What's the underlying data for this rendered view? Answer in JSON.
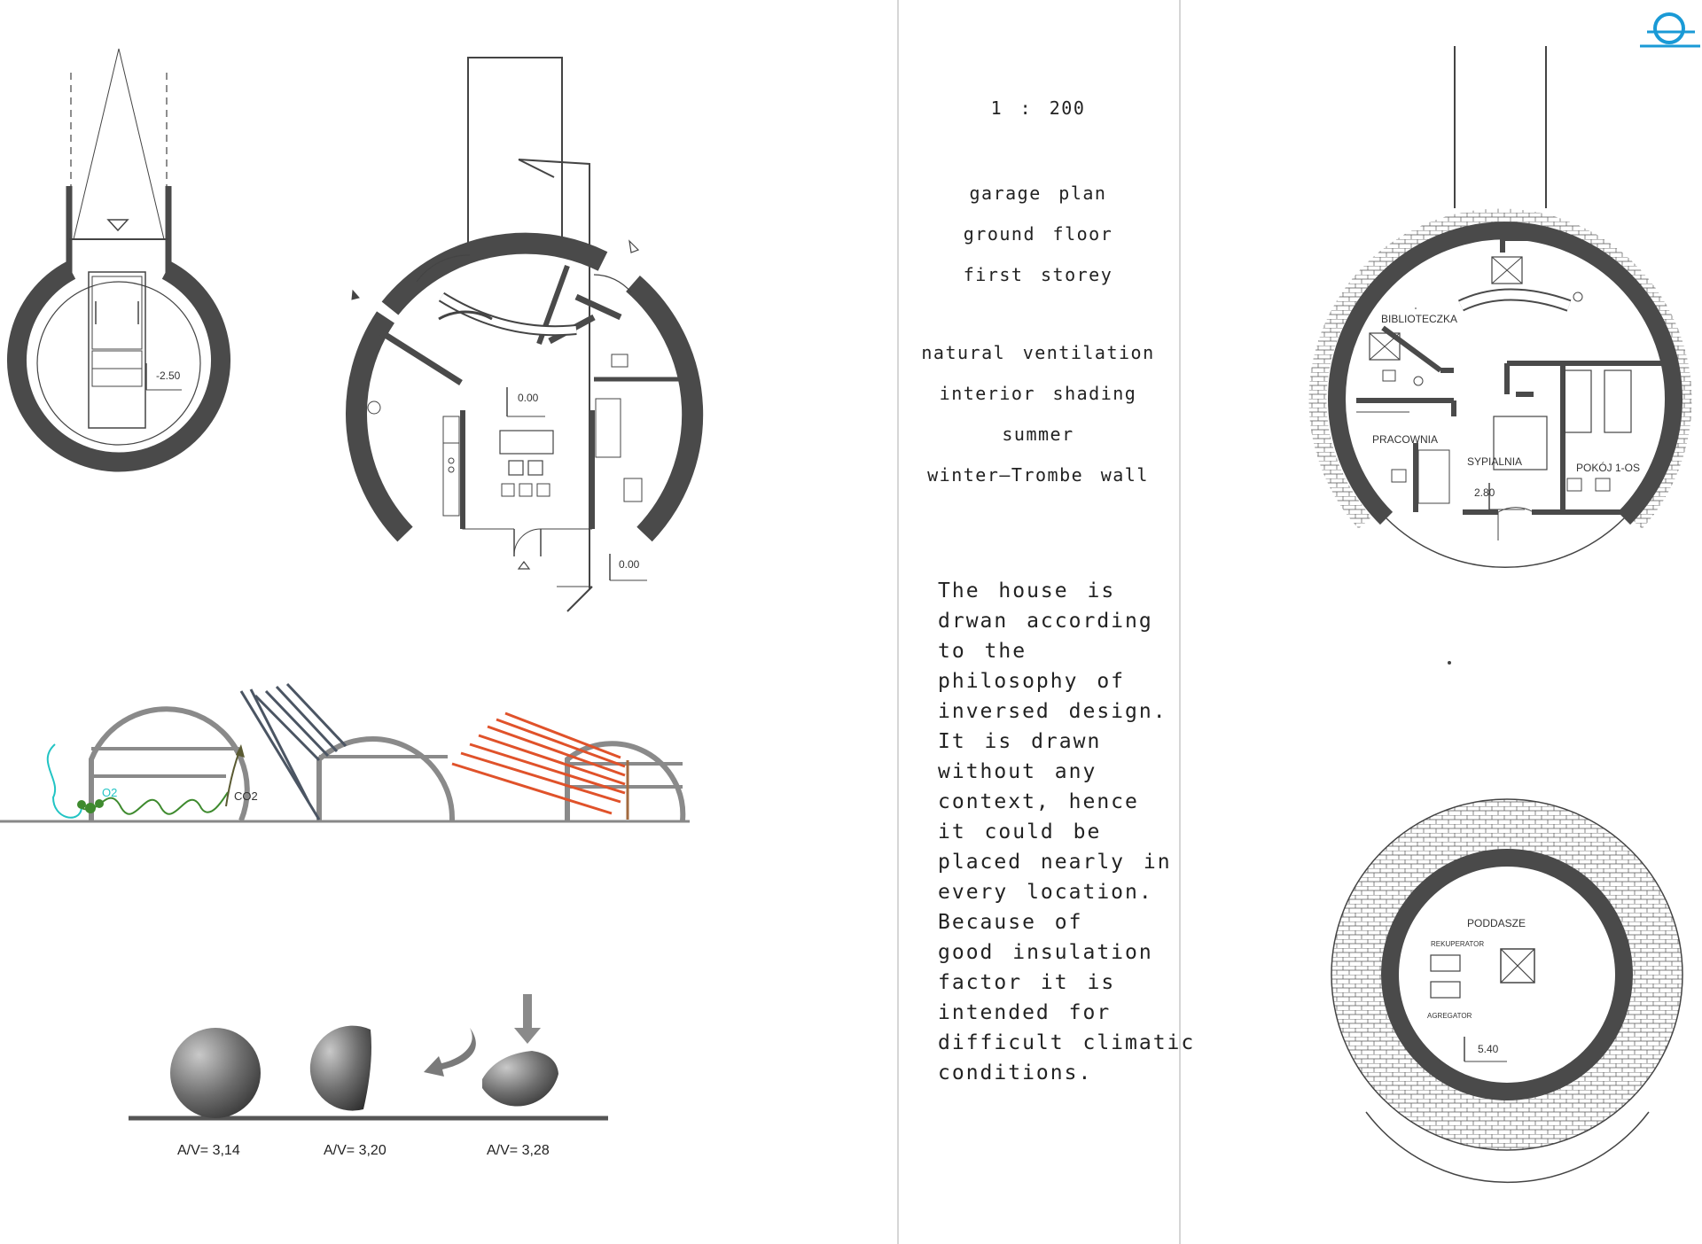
{
  "legend": {
    "scale": "1 : 200",
    "items": [
      "garage plan",
      "ground floor",
      "first storey"
    ],
    "items2": [
      "natural ventilation",
      "interior shading",
      "summer",
      "winter–Trombe wall"
    ]
  },
  "description": [
    "The house is",
    "drwan according",
    "to the",
    "philosophy of",
    "inversed design.",
    "It is drawn",
    "without any",
    "context, hence",
    "it could be",
    "placed nearly in",
    "every location.",
    "Because of",
    "good insulation",
    "factor it is",
    "intended for",
    "difficult climatic",
    "conditions."
  ],
  "levels": {
    "garage": "-2.50",
    "ground_inside": "0.00",
    "ground_outside": "0.00",
    "first": "2.80",
    "attic": "5.40"
  },
  "rooms": {
    "library": "BIBLIOTECZKA",
    "study": "PRACOWNIA",
    "bedroom": "SYPIALNIA",
    "room_single": "POKÓJ 1-OS",
    "attic": "PODDASZE",
    "recuperator": "REKUPERATOR",
    "aggregator": "AGREGATOR"
  },
  "ventilation": {
    "o2": "O2",
    "co2": "CO2"
  },
  "shape_ratios": [
    "A/V= 3,14",
    "A/V= 3,20",
    "A/V= 3,28"
  ],
  "colors": {
    "wall": "#4a4a4a",
    "shading": "#4b5563",
    "trombe": "#e0522a",
    "logo": "#1a9ad6",
    "plant": "#3e8a2e",
    "air": "#22c4c4"
  },
  "logo_icon": "o2-logo-icon"
}
